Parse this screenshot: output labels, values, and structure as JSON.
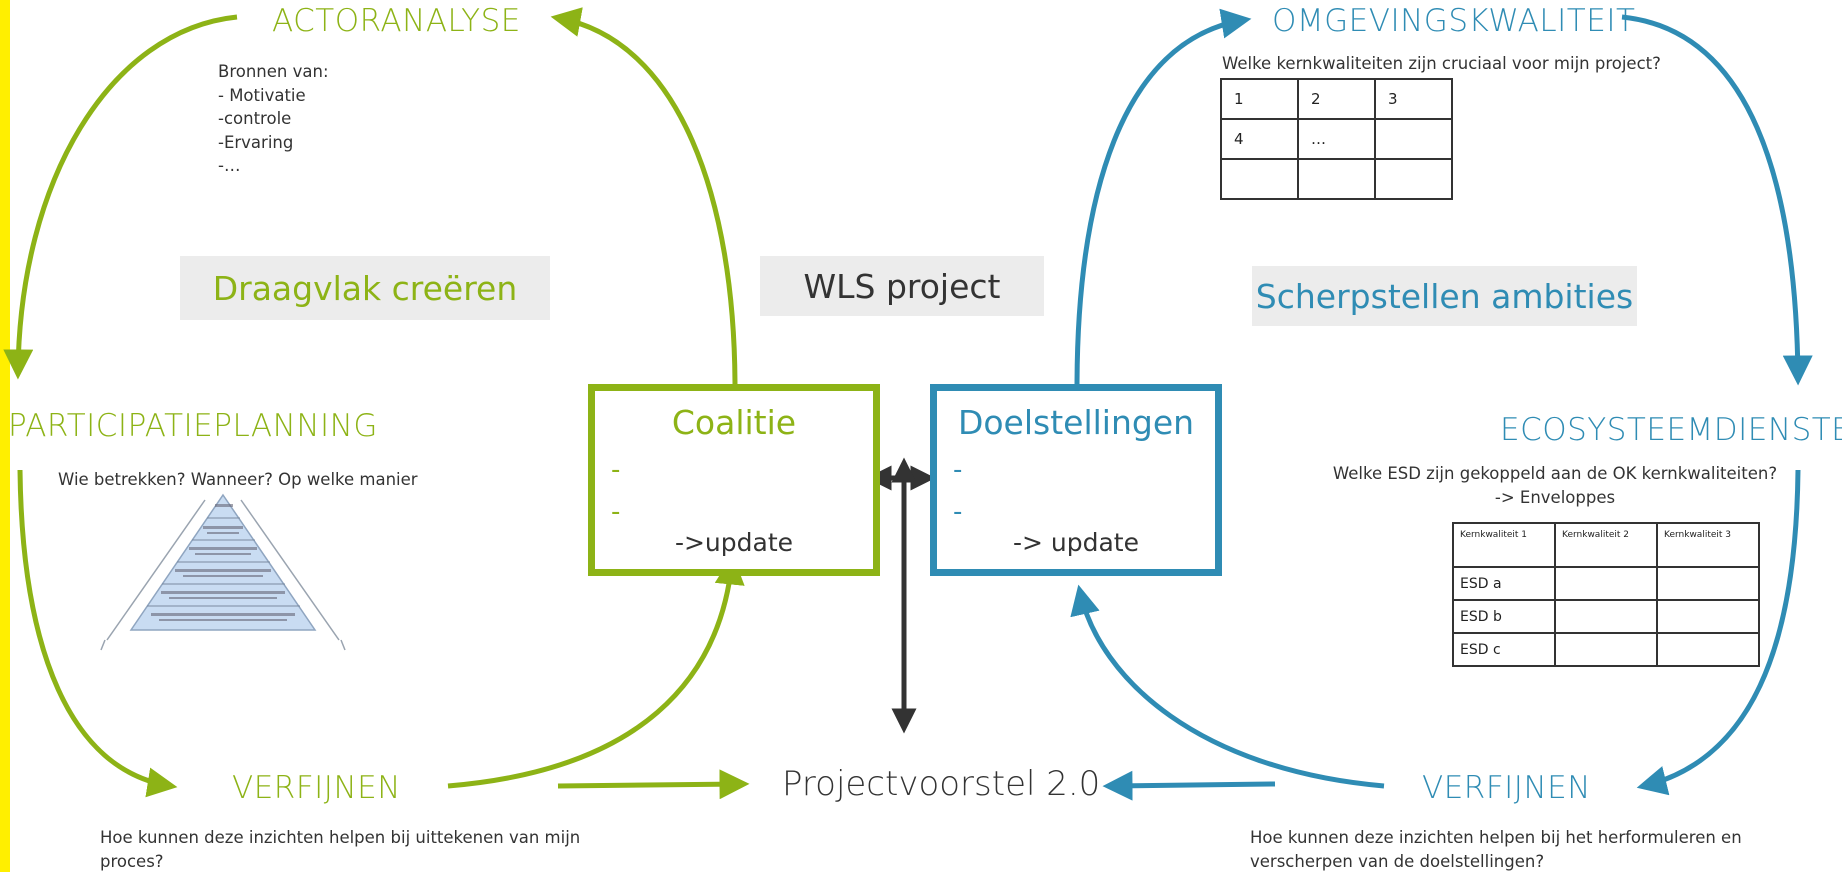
{
  "colors": {
    "green": "#8db316",
    "blue": "#2f8cb4",
    "dark": "#333333",
    "label_bg": "#ececec",
    "yellow": "#ffef00"
  },
  "actoranalyse": {
    "title": "ACTORANALYSE",
    "lines": [
      "Bronnen van:",
      "- Motivatie",
      "-controle",
      "-Ervaring",
      "-…"
    ]
  },
  "participatieplanning": {
    "title": "PARTICIPATIEPLANNING",
    "question": "Wie betrekken? Wanneer? Op welke manier"
  },
  "verfijnen_left": {
    "title": "VERFIJNEN",
    "text": "Hoe kunnen deze inzichten helpen bij uittekenen van mijn proces?"
  },
  "labels": {
    "draagvlak": "Draagvlak creëren",
    "wls": "WLS project",
    "scherpstellen": "Scherpstellen ambities"
  },
  "coalitie": {
    "title": "Coalitie",
    "dash1": "-",
    "dash2": "-",
    "update": "->update"
  },
  "doelstellingen": {
    "title": "Doelstellingen",
    "dash1": "-",
    "dash2": "-",
    "update": "-> update"
  },
  "projectvoorstel": "Projectvoorstel 2.0",
  "omgevingskwaliteit": {
    "title": "OMGEVINGSKWALITEIT",
    "question": "Welke kernkwaliteiten zijn cruciaal voor mijn project?",
    "table": [
      [
        "1",
        "2",
        "3"
      ],
      [
        "4",
        "…",
        ""
      ],
      [
        "",
        "",
        ""
      ]
    ]
  },
  "ecosysteemdiensten": {
    "title": "ECOSYSTEEMDIENSTEN",
    "question_1": "Welke ESD zijn gekoppeld aan de OK kernkwaliteiten?",
    "question_2": "-> Enveloppes",
    "table_header": [
      "Kernkwaliteit 1",
      "Kernkwaliteit 2",
      "Kernkwaliteit 3"
    ],
    "table_rows": [
      [
        "ESD a",
        "",
        ""
      ],
      [
        "ESD b",
        "",
        ""
      ],
      [
        "ESD c",
        "",
        ""
      ]
    ]
  },
  "verfijnen_right": {
    "title": "VERFIJNEN",
    "text": "Hoe kunnen deze inzichten helpen bij het herformuleren en verscherpen van de doelstellingen?"
  },
  "pyramid": {
    "icon": "participation-pyramid-image"
  }
}
